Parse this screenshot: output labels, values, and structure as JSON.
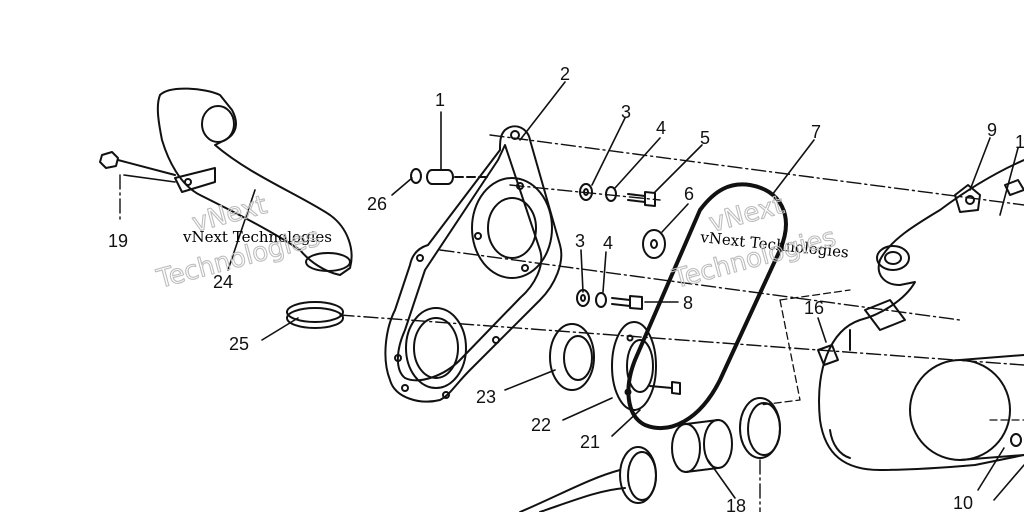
{
  "watermark": {
    "small_text": "vNext Technologies",
    "large_line1": "vNext",
    "large_line2": "Technologies"
  },
  "callouts": {
    "c1": "1",
    "c2": "2",
    "c3": "3",
    "c4": "4",
    "c5": "5",
    "c6": "6",
    "c7": "7",
    "c8": "8",
    "c9": "9",
    "c10": "10",
    "c16": "16",
    "c18": "18",
    "c19": "19",
    "c21": "21",
    "c22": "22",
    "c23": "23",
    "c24": "24",
    "c25": "25",
    "c26": "26",
    "c3b": "3",
    "c4b": "4",
    "c1r": "1"
  },
  "colors": {
    "line": "#111111",
    "watermark_outline": "#bdbdbd"
  }
}
